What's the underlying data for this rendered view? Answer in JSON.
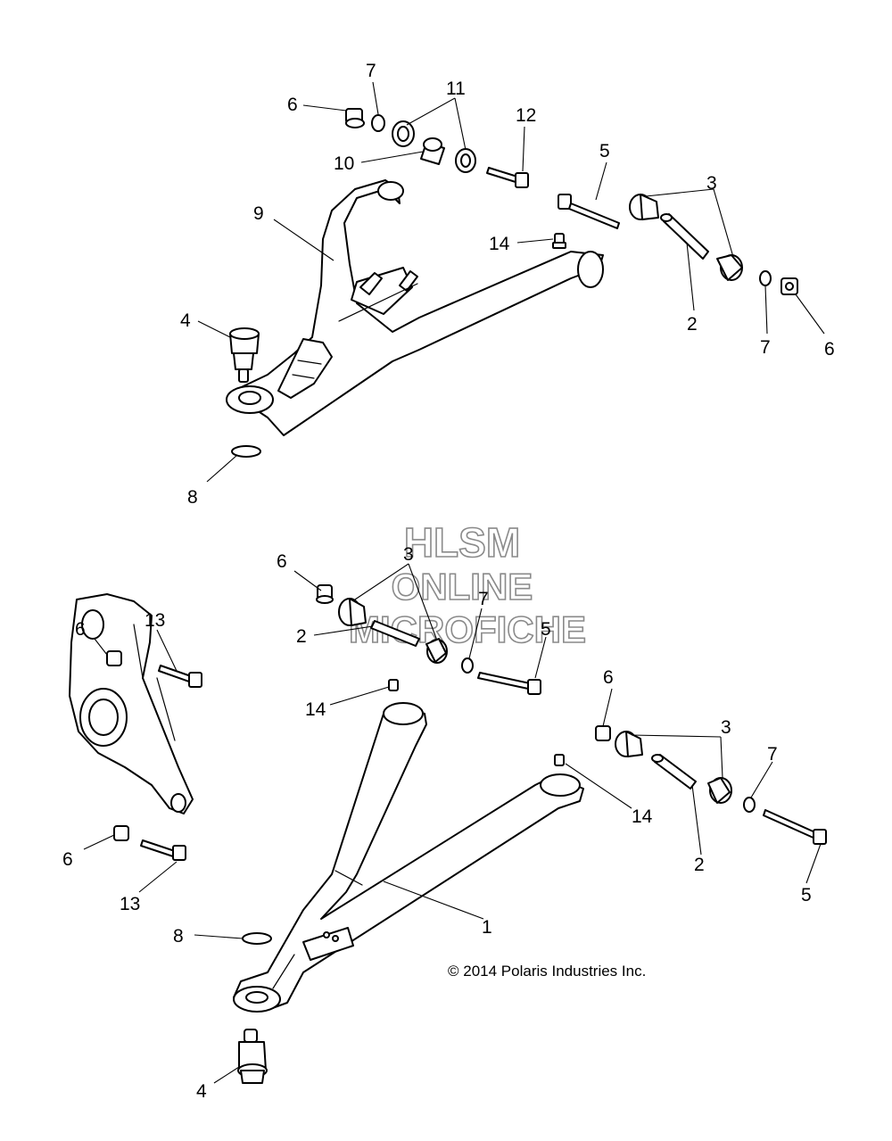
{
  "watermark": {
    "line1": "HLSM",
    "line2": "ONLINE",
    "line3": "MICROFICHE"
  },
  "copyright": "© 2014 Polaris Industries Inc.",
  "callouts": {
    "upper": {
      "c6a": "6",
      "c7a": "7",
      "c11": "11",
      "c12": "12",
      "c10": "10",
      "c5": "5",
      "c3": "3",
      "c9": "9",
      "c14": "14",
      "c4": "4",
      "c2": "2",
      "c7b": "7",
      "c6b": "6",
      "c8": "8"
    },
    "lower": {
      "c6a": "6",
      "c3a": "3",
      "c7a": "7",
      "c2a": "2",
      "c5a": "5",
      "c6b": "6",
      "c13a": "13",
      "c14a": "14",
      "c6c": "6",
      "c3b": "3",
      "c7b": "7",
      "c14b": "14",
      "c2b": "2",
      "c5b": "5",
      "c6d": "6",
      "c13b": "13",
      "c1": "1",
      "c8": "8",
      "c4": "4"
    }
  }
}
